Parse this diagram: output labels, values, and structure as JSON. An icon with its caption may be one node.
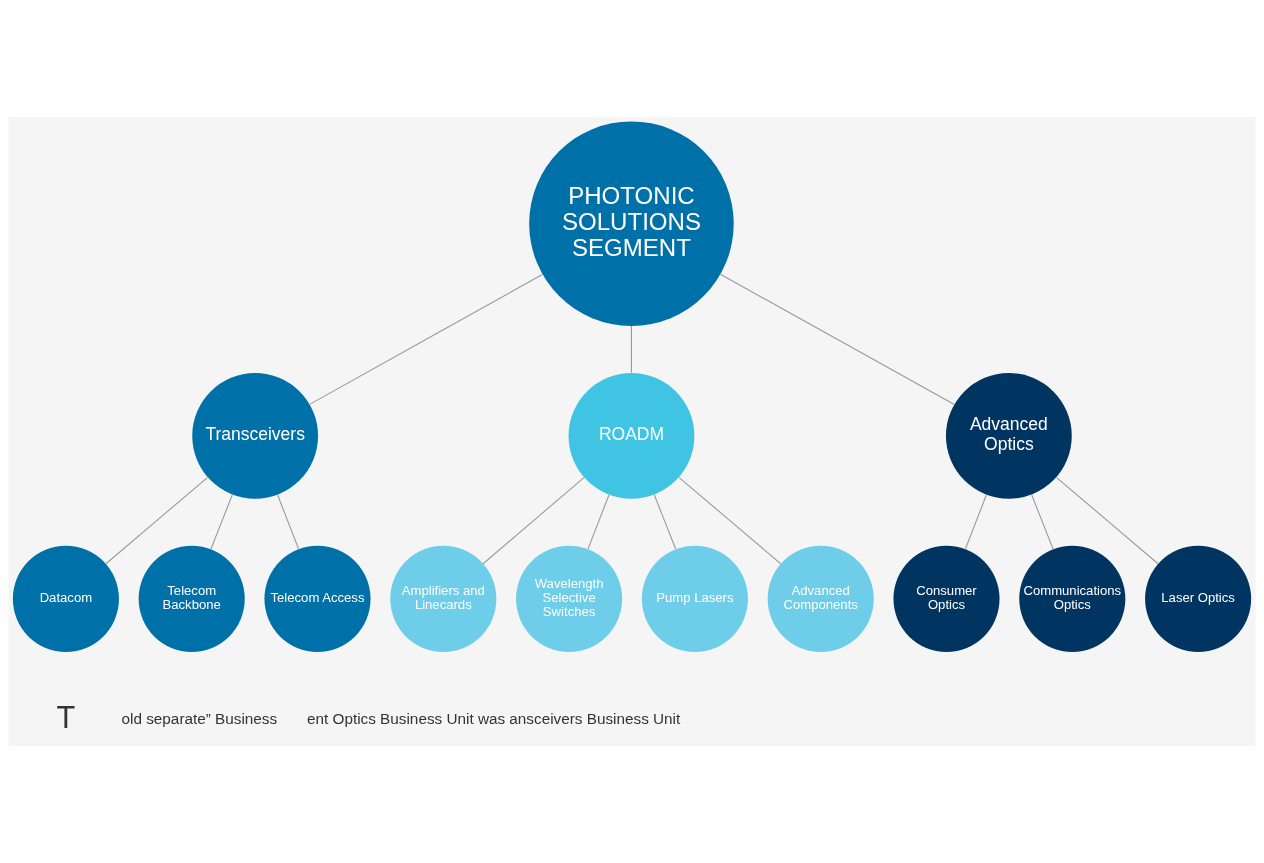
{
  "diagram": {
    "nodes": [
      {
        "text": [
          "PHOTONIC SOLUTIONS SEGMENT"
        ]
      },
      {
        "text": [
          "Transceivers"
        ]
      },
      {
        "text": [
          "ROADM"
        ]
      },
      {
        "text": [
          "Advanced Optics"
        ]
      },
      {
        "text": [
          "Datacom"
        ]
      },
      {
        "text": [
          "Telecom Backbone"
        ]
      },
      {
        "text": [
          "Telecom Access"
        ]
      },
      {
        "text": [
          "Amplifiers and Linecards"
        ]
      },
      {
        "text": [
          "Wavelength Selective Switches"
        ]
      },
      {
        "text": [
          "Pump Lasers"
        ]
      },
      {
        "text": [
          "Advanced Components"
        ]
      },
      {
        "text": [
          "Consumer Optics"
        ]
      },
      {
        "text": [
          "Communications Optics"
        ]
      },
      {
        "text": [
          "Laser Optics"
        ]
      }
    ],
    "edges": [
      {
        "from": 0,
        "to": 1,
        "arrow": "none"
      },
      {
        "from": 0,
        "to": 2,
        "arrow": "none"
      },
      {
        "from": 0,
        "to": 3,
        "arrow": "none"
      },
      {
        "from": 1,
        "to": 4,
        "arrow": "none"
      },
      {
        "from": 1,
        "to": 5,
        "arrow": "none"
      },
      {
        "from": 1,
        "to": 6,
        "arrow": "none"
      },
      {
        "from": 2,
        "to": 7,
        "arrow": "none"
      },
      {
        "from": 2,
        "to": 8,
        "arrow": "none"
      },
      {
        "from": 2,
        "to": 9,
        "arrow": "none"
      },
      {
        "from": 2,
        "to": 10,
        "arrow": "none"
      },
      {
        "from": 3,
        "to": 11,
        "arrow": "none"
      },
      {
        "from": 3,
        "to": 12,
        "arrow": "none"
      },
      {
        "from": 3,
        "to": 13,
        "arrow": "none"
      }
    ],
    "labels": [
      "T",
      "old separate” Business",
      "ent Optics Business Unit was ansceivers Business Unit"
    ]
  }
}
